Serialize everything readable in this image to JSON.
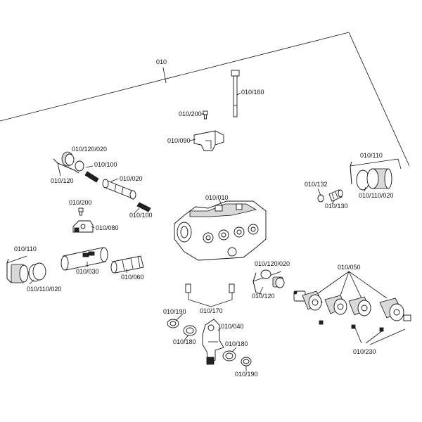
{
  "labels": {
    "assembly": "010",
    "p010_160": "010/160",
    "p010_200_top": "010/200",
    "p010_090": "010/090",
    "p010_120_020_left": "010/120/020",
    "p010_100_top": "010/100",
    "p010_020": "010/020",
    "p010_120_left": "010/120",
    "p010_200_mid": "010/200",
    "p010_100_bot": "010/100",
    "p010_080": "010/080",
    "p010_010": "010/010",
    "p010_110_left": "010/110",
    "p010_110_020_left": "010/110/020",
    "p010_030": "010/030",
    "p010_060": "010/060",
    "p010_110_right": "010/110",
    "p010_110_020_right": "010/110/020",
    "p010_132": "010/132",
    "p010_130": "010/130",
    "p010_120_020_right": "010/120/020",
    "p010_120_right": "010/120",
    "p010_050": "010/050",
    "p010_170": "010/170",
    "p010_190_left": "010/190",
    "p010_040": "010/040",
    "p010_180_left": "010/180",
    "p010_180_right": "010/180",
    "p010_190_right": "010/190",
    "p010_230": "010/230"
  },
  "colors": {
    "ink": "#111111",
    "background": "#ffffff"
  }
}
